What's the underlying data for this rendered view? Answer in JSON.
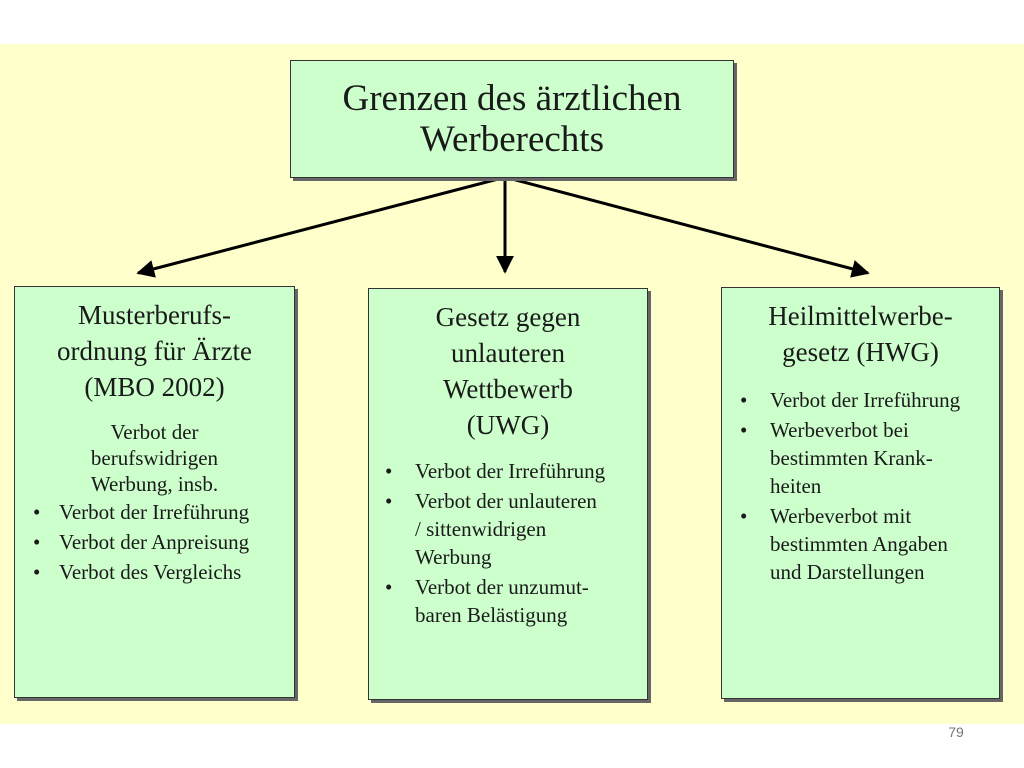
{
  "top": {
    "title_line1": "Grenzen des ärztlichen",
    "title_line2": "Werberechts"
  },
  "left": {
    "heading": "Musterberufs-\nordnung für Ärzte\n(MBO 2002)",
    "intro": "Verbot der\nberufswidrigen\nWerbung, insb.",
    "bullets": [
      "Verbot der Irreführung",
      "Verbot der Anpreisung",
      "Verbot des Vergleichs"
    ]
  },
  "middle": {
    "heading": "Gesetz gegen\nunlauteren\nWettbewerb\n(UWG)",
    "bullets": [
      "Verbot der Irreführung",
      "Verbot der unlauteren\n/ sittenwidrigen\nWerbung",
      "Verbot der unzumut-\nbaren Belästigung"
    ]
  },
  "right": {
    "heading": "Heilmittelwerbe-\ngesetz (HWG)",
    "bullets": [
      "Verbot der Irreführung",
      "Werbeverbot bei\nbestimmten Krank-\nheiten",
      "Werbeverbot mit\nbestimmten Angaben\nund Darstellungen"
    ]
  },
  "bullet_symbol": "•",
  "page_number": "79",
  "colors": {
    "background": "#ffffcc",
    "box_fill": "#ccffcc",
    "border": "#333333"
  }
}
